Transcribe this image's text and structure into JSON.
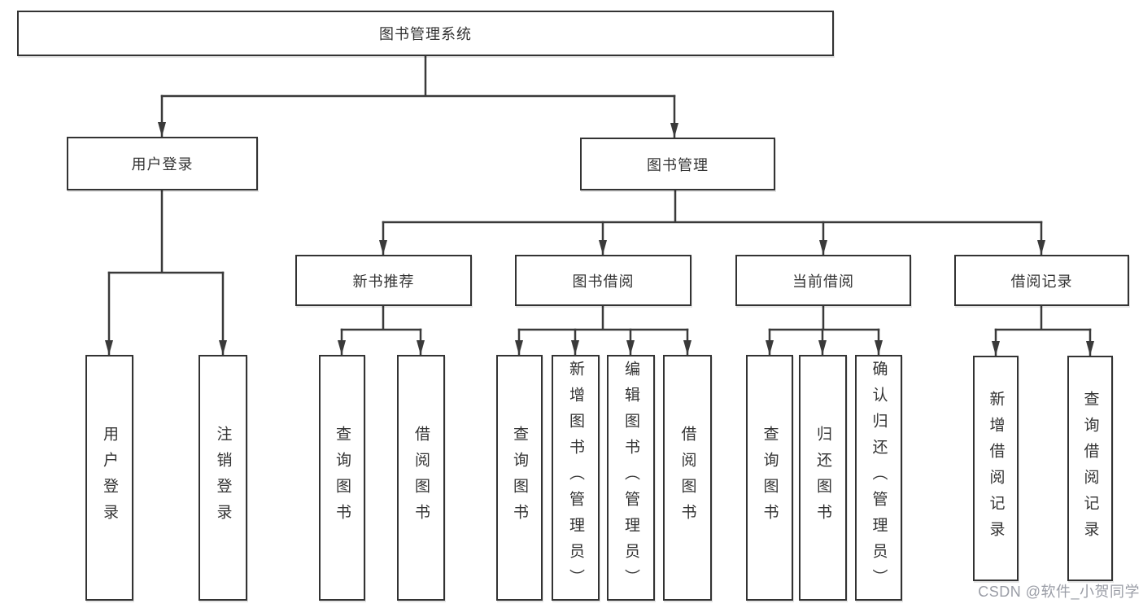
{
  "diagram": {
    "title": "图书管理系统",
    "root": {
      "label": "图书管理系统"
    },
    "level2": [
      {
        "label": "用户登录"
      },
      {
        "label": "图书管理"
      }
    ],
    "level3": [
      {
        "label": "新书推荐"
      },
      {
        "label": "图书借阅"
      },
      {
        "label": "当前借阅"
      },
      {
        "label": "借阅记录"
      }
    ],
    "leaves": {
      "user_login": [
        {
          "label": "用户登录"
        },
        {
          "label": "注销登录"
        }
      ],
      "new_books": [
        {
          "label": "查询图书"
        },
        {
          "label": "借阅图书"
        }
      ],
      "book_borrow": [
        {
          "label": "查询图书"
        },
        {
          "label": "新增图书（管理员）"
        },
        {
          "label": "编辑图书（管理员）"
        },
        {
          "label": "借阅图书"
        }
      ],
      "current_borrow": [
        {
          "label": "查询图书"
        },
        {
          "label": "归还图书"
        },
        {
          "label": "确认归还（管理员）"
        }
      ],
      "borrow_records": [
        {
          "label": "新增借阅记录"
        },
        {
          "label": "查询借阅记录"
        }
      ]
    }
  },
  "watermark": {
    "text": "CSDN @软件_小贺同学"
  },
  "colors": {
    "line": "#3a3a3a",
    "box_border": "#333333",
    "box_bg": "#ffffff",
    "text": "#333333",
    "watermark": "#9a9da6"
  }
}
